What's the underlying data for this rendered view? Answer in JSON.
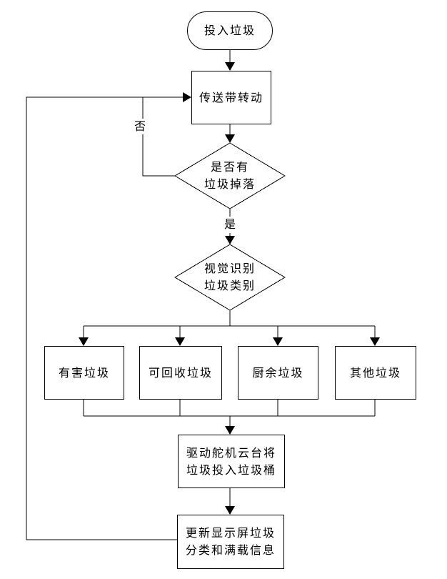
{
  "flowchart": {
    "colors": {
      "line": "#000000",
      "background": "#ffffff",
      "node_fill": "#ffffff"
    },
    "start": {
      "label": "投入垃圾"
    },
    "conveyor": {
      "label": "传送带转动"
    },
    "decision_drop": {
      "lines": [
        "是否有",
        "垃圾掉落"
      ]
    },
    "decision_classify": {
      "lines": [
        "视觉识别",
        "垃圾类别"
      ]
    },
    "edge_labels": {
      "no": "否",
      "yes": "是"
    },
    "categories": [
      {
        "label": "有害垃圾"
      },
      {
        "label": "可回收垃圾"
      },
      {
        "label": "厨余垃圾"
      },
      {
        "label": "其他垃圾"
      }
    ],
    "servo": {
      "lines": [
        "驱动舵机云台将",
        "垃圾投入垃圾桶"
      ]
    },
    "display": {
      "lines": [
        "更新显示屏垃圾",
        "分类和满载信息"
      ]
    }
  }
}
